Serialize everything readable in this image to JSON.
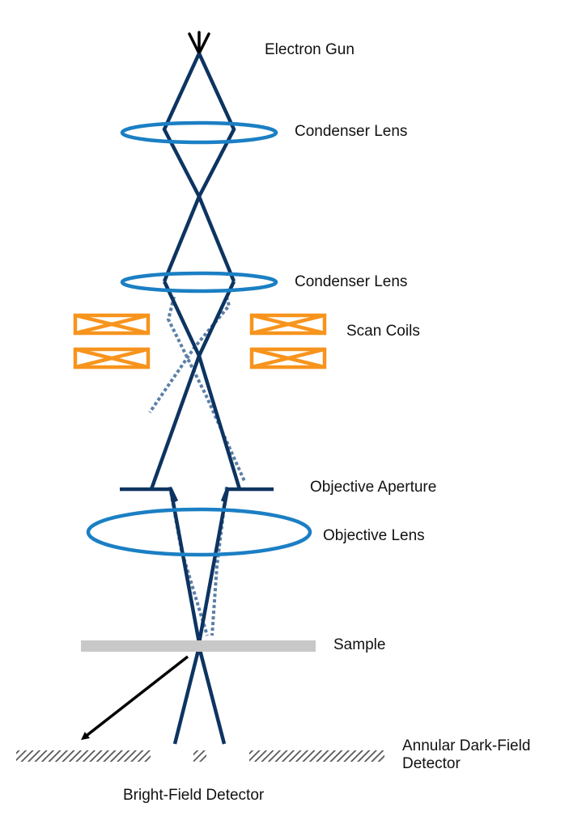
{
  "labels": {
    "electron_gun": "Electron Gun",
    "condenser_lens_1": "Condenser Lens",
    "condenser_lens_2": "Condenser Lens",
    "scan_coils": "Scan Coils",
    "objective_aperture": "Objective Aperture",
    "objective_lens": "Objective Lens",
    "sample": "Sample",
    "adf_detector": "Annular Dark-Field Detector",
    "bf_detector": "Bright-Field Detector"
  },
  "colors": {
    "beam": "#0d3461",
    "lens": "#1b7fc4",
    "scan_coil": "#f7941d",
    "scanned_beam": "#5b7fa6",
    "sample": "#c8c8c8",
    "detector": "#555555",
    "arrow": "#000000"
  }
}
